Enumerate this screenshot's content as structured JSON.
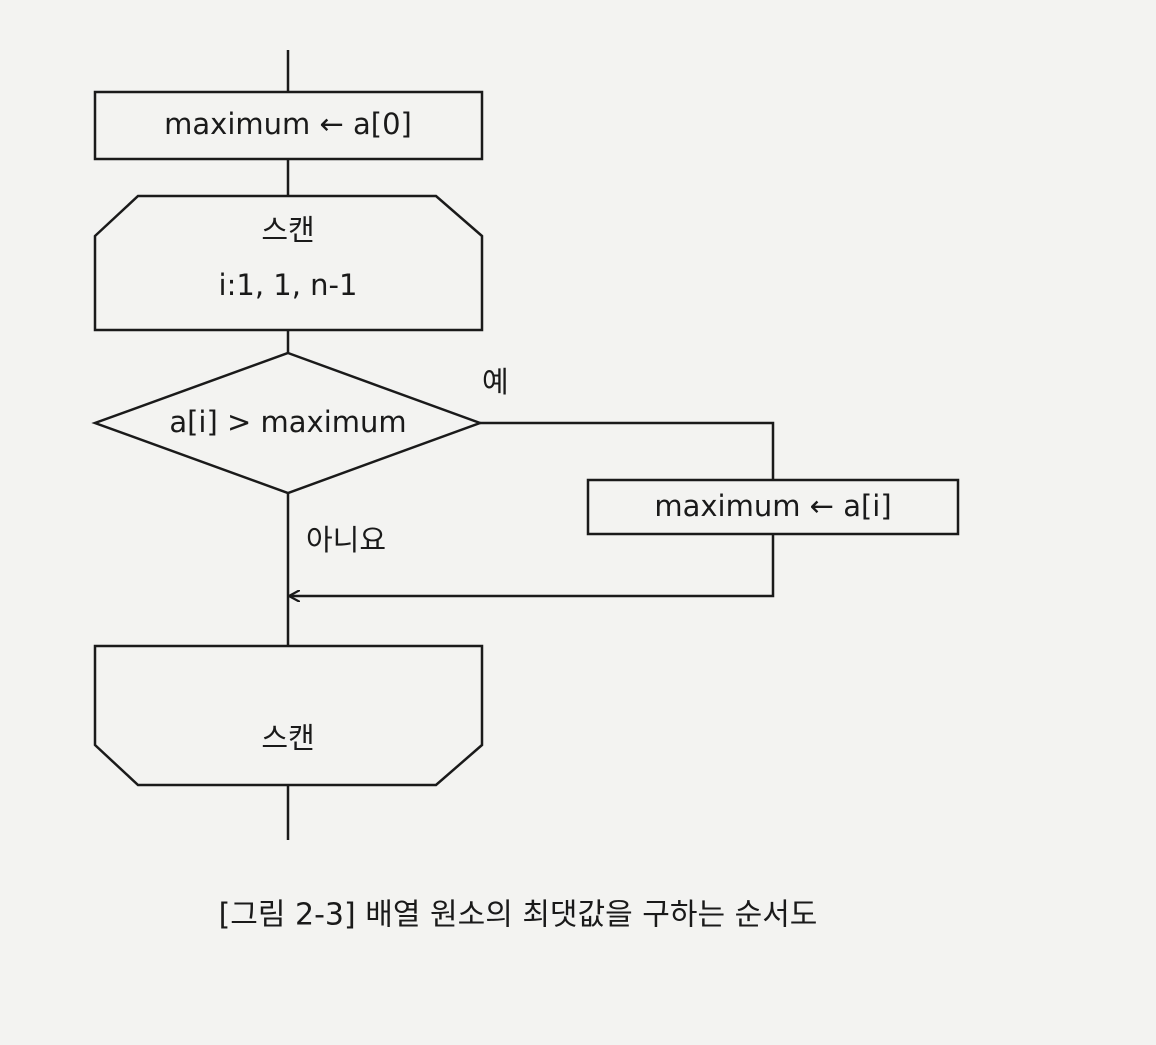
{
  "diagram": {
    "nodes": {
      "init": {
        "text": "maximum ← a[0]"
      },
      "loop_start": {
        "title": "스캔",
        "params": "i:1, 1, n-1"
      },
      "condition": {
        "text": "a[i] > maximum"
      },
      "assign": {
        "text": "maximum ← a[i]"
      },
      "loop_end": {
        "title": "스캔"
      }
    },
    "edges": {
      "yes_label": "예",
      "no_label": "아니요"
    }
  },
  "caption": "[그림 2-3] 배열 원소의 최댓값을 구하는 순서도",
  "colors": {
    "ink": "#1a1a1a",
    "paper": "#f3f3f1"
  }
}
